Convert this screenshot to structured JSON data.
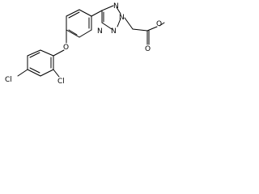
{
  "structure": {
    "atoms": {
      "oxygen_ether": "O",
      "tetrazole_n1": "N",
      "tetrazole_n2": "N",
      "tetrazole_n3": "N",
      "tetrazole_n4": "N",
      "chlorine_para": "Cl",
      "chlorine_ortho": "Cl",
      "oxygen_carbonyl": "O",
      "oxygen_ester": "O"
    }
  }
}
